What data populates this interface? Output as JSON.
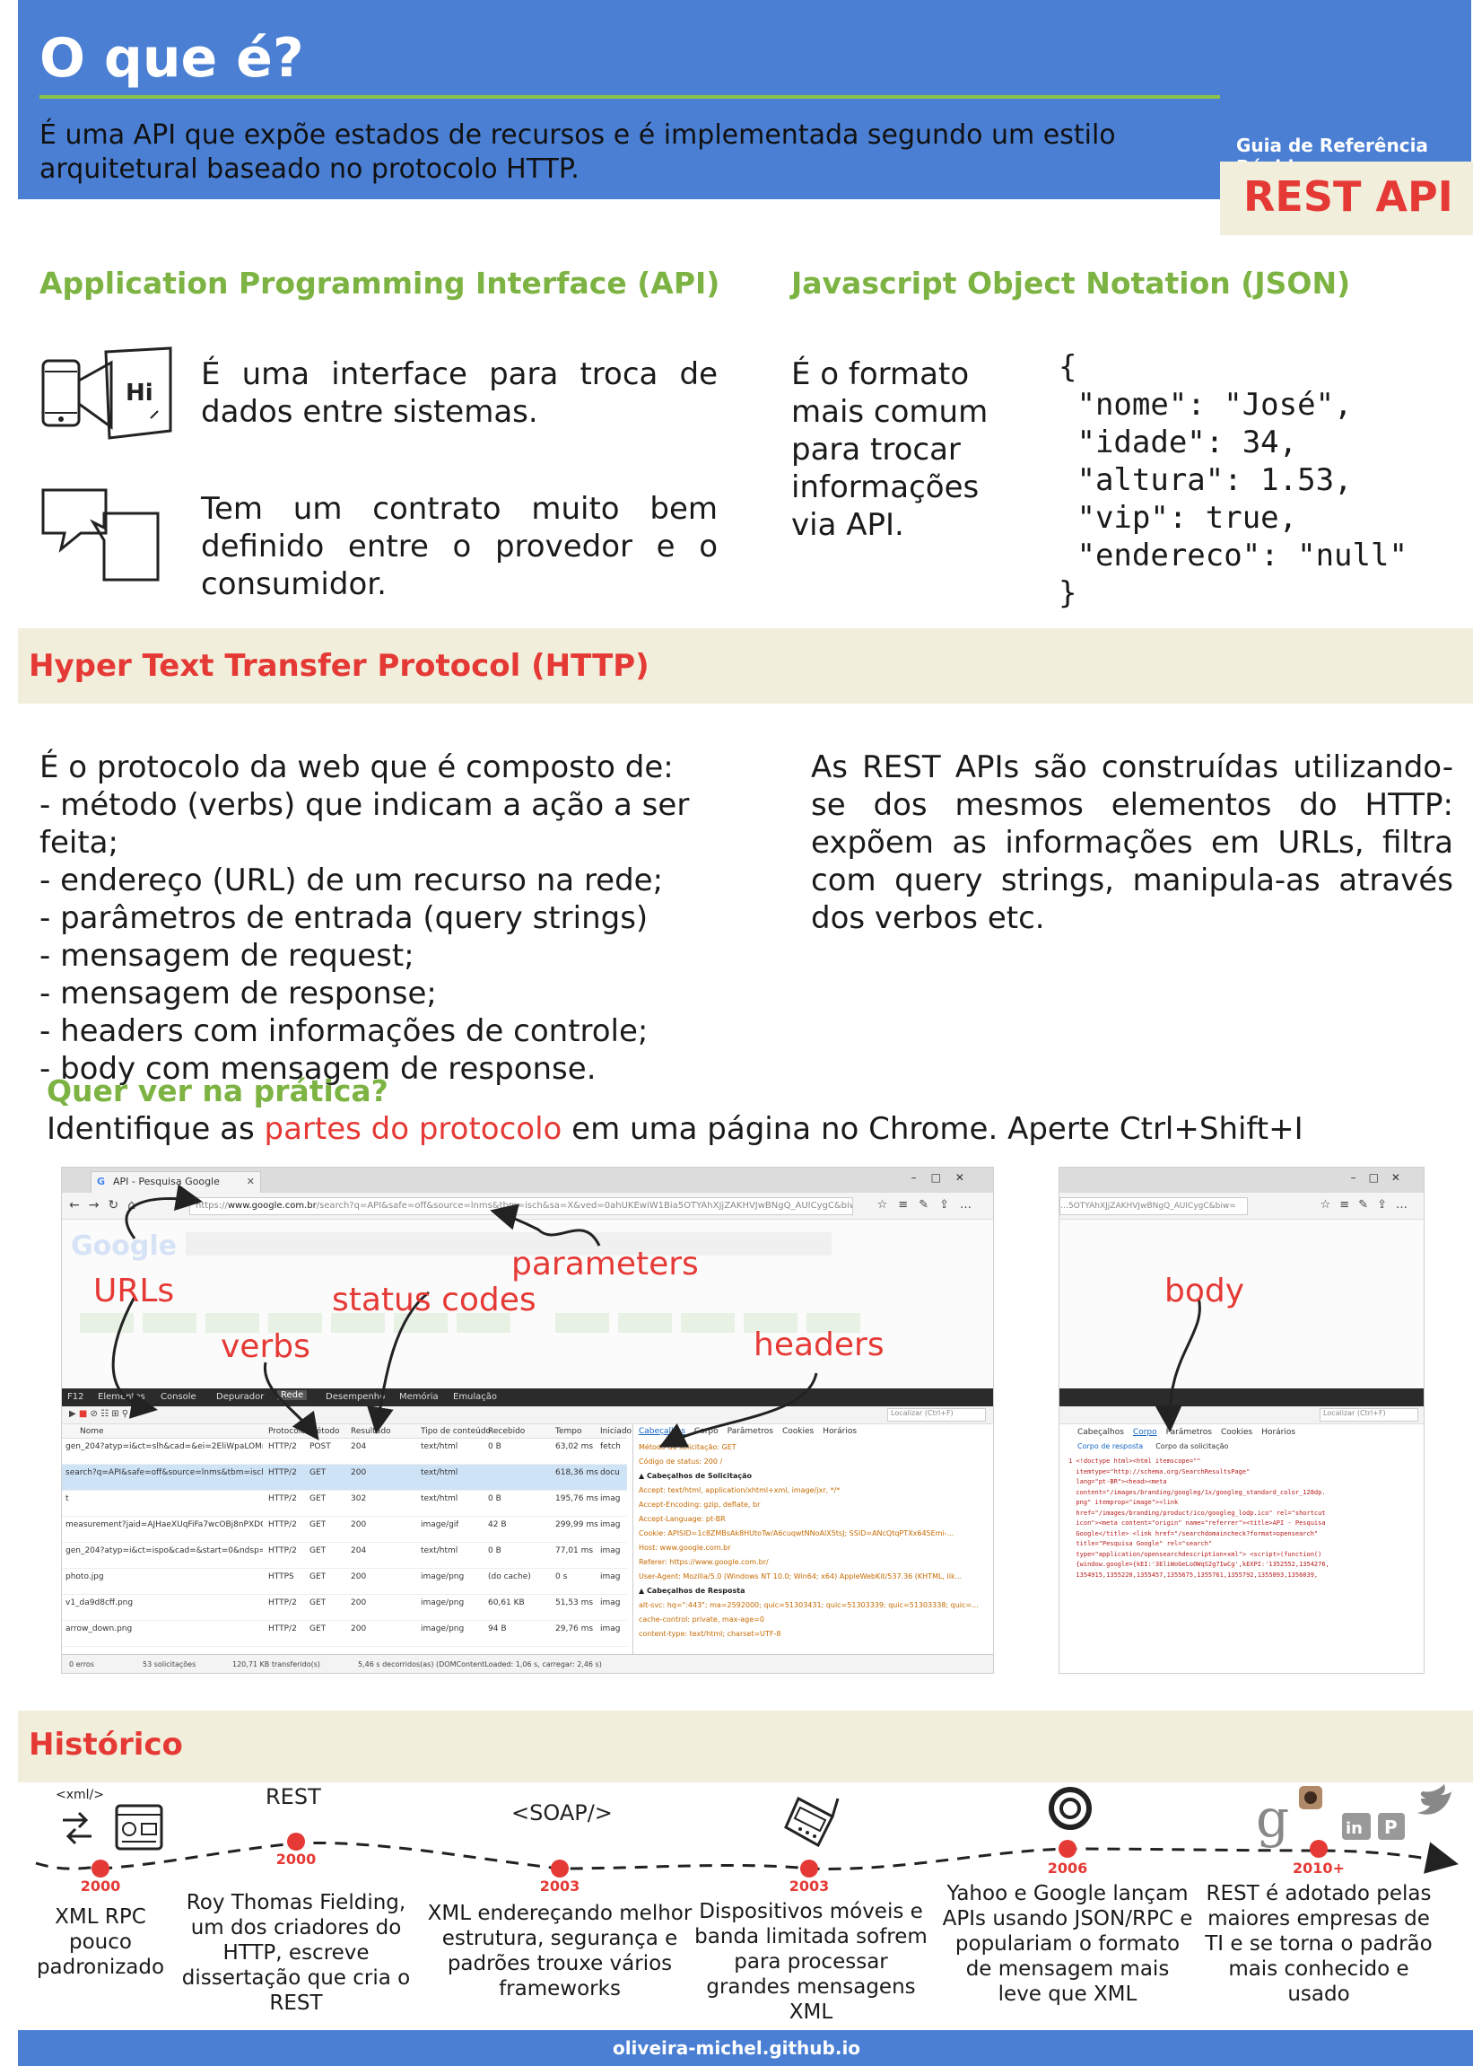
{
  "header": {
    "title": "O que é?",
    "description": "É uma API que expõe estados de recursos e é implementada segundo um estilo arquitetural baseado no protocolo HTTP.",
    "guide_label": "Guia de Referência Rápida",
    "guide_title": "REST API"
  },
  "api": {
    "title": "Application Programming Interface (API)",
    "point1": "É uma interface para troca de dados entre sistemas.",
    "point2": "Tem um contrato muito bem definido entre o provedor e o consumidor.",
    "icon_text": "Hi"
  },
  "json": {
    "title": "Javascript Object Notation (JSON)",
    "text": "É o formato mais comum para trocar informações via API.",
    "code": "{\n \"nome\": \"José\",\n \"idade\": 34,\n \"altura\": 1.53,\n \"vip\": true,\n \"endereco\": \"null\"\n}"
  },
  "http": {
    "title": "Hyper Text Transfer Protocol (HTTP)",
    "intro": "É o protocolo da web que é composto de:",
    "items": [
      "- método (verbs) que indicam a ação a ser feita;",
      "- endereço (URL) de um recurso na rede;",
      "- parâmetros de entrada (query strings)",
      "- mensagem de request;",
      "- mensagem de response;",
      "- headers com informações de controle;",
      "- body com mensagem de response."
    ],
    "rest_text": "As REST APIs são construídas utilizando-se dos mesmos elementos do HTTP: expõem as informações em URLs, filtra com query strings, manipula-as através dos verbos etc."
  },
  "practice": {
    "title": "Quer ver na prática?",
    "text_before": "Identifique as ",
    "text_highlight": "partes do protocolo",
    "text_after": " em uma página no Chrome. Aperte Ctrl+Shift+I"
  },
  "screenshot": {
    "tab_title": "API - Pesquisa Google",
    "url_domain": "www.google.com.br",
    "url_path": "/search?q=API&safe=off&source=lnms&tbm=isch&sa=X&ved=0ahUKEwiW1Bia5OTYAhXJjZAKHVJwBNgQ_AUICygC&biw=",
    "devtools_tabs": [
      "F12",
      "Elementos",
      "Console",
      "Depurador",
      "Rede",
      "Desempenho",
      "Memória",
      "Emulação"
    ],
    "search_placeholder": "Localizar (Ctrl+F)",
    "columns": [
      "Nome",
      "Protocolo",
      "Método",
      "Resultado",
      "Tipo de conteúdo",
      "Recebido",
      "Tempo",
      "Iniciado"
    ],
    "rows": [
      [
        "gen_204?atyp=i&ct=slh&cad=&ei=2EliWpaLOMm...",
        "HTTP/2",
        "POST",
        "204",
        "text/html",
        "0 B",
        "63,02 ms",
        "fetch"
      ],
      [
        "search?q=API&safe=off&source=lnms&tbm=isch&...",
        "HTTP/2",
        "GET",
        "200",
        "text/html",
        "",
        "618,36 ms",
        "docu"
      ],
      [
        "t",
        "HTTP/2",
        "GET",
        "302",
        "text/html",
        "0 B",
        "195,76 ms",
        "imag"
      ],
      [
        "measurement?jaid=AJHaeXUqFiFa7wcOBj8nPXDCjG...",
        "HTTP/2",
        "GET",
        "200",
        "image/gif",
        "42 B",
        "299,99 ms",
        "imag"
      ],
      [
        "gen_204?atyp=i&ct=ispo&cad=&start=0&ndsp=5...",
        "HTTP/2",
        "GET",
        "204",
        "text/html",
        "0 B",
        "77,01 ms",
        "imag"
      ],
      [
        "photo.jpg",
        "HTTPS",
        "GET",
        "200",
        "image/png",
        "(do cache)",
        "0 s",
        "imag"
      ],
      [
        "v1_da9d8cff.png",
        "HTTP/2",
        "GET",
        "200",
        "image/png",
        "60,61 KB",
        "51,53 ms",
        "imag"
      ],
      [
        "arrow_down.png",
        "HTTP/2",
        "GET",
        "200",
        "image/png",
        "94 B",
        "29,76 ms",
        "imag"
      ]
    ],
    "detail_tabs": [
      "Cabeçalhos",
      "Corpo",
      "Parâmetros",
      "Cookies",
      "Horários"
    ],
    "detail_lines": [
      "Método da solicitação: GET",
      "Código de status: 200 /",
      "Cabeçalhos de Solicitação",
      "Accept: text/html, application/xhtml+xml, image/jxr, */*",
      "Accept-Encoding: gzip, deflate, br",
      "Accept-Language: pt-BR",
      "Cookie: APISID=1c8ZMBsAk8HUtoTw/A6cuqwtNNoAlX5tsJ; SSID=ANcQtqPTXx645Emi-...",
      "Host: www.google.com.br",
      "Referer: https://www.google.com.br/",
      "User-Agent: Mozilla/5.0 (Windows NT 10.0; Win64; x64) AppleWebKit/537.36 (KHTML, lik...",
      "Cabeçalhos de Resposta",
      "alt-svc: hq=\":443\"; ma=2592000; quic=51303431; quic=51303339; quic=51303338; quic=...",
      "cache-control: private, max-age=0",
      "content-type: text/html; charset=UTF-8"
    ],
    "status_bar": [
      "0 erros",
      "53 solicitações",
      "120,71 KB transferido(s)",
      "5,46 s decorridos(as) (DOMContentLoaded: 1,06 s, carregar: 2,46 s)"
    ],
    "body_tabs": [
      "Cabeçalhos",
      "Corpo",
      "Parâmetros",
      "Cookies",
      "Horários"
    ],
    "body_subtabs": [
      "Corpo de resposta",
      "Corpo da solicitação"
    ],
    "body_code": [
      "<!doctype html><html itemscope=\"\"",
      "itemtype=\"http://schema.org/SearchResultsPage\"",
      "lang=\"pt-BR\"><head><meta",
      "content=\"/images/branding/googleg/1x/googleg_standard_color_128dp.",
      "png\" itemprop=\"image\"><link",
      "href=\"/images/branding/product/ico/googleg_lodp.ico\" rel=\"shortcut",
      "icon\"><meta content=\"origin\" name=\"referrer\"><title>API - Pesquisa",
      "Google</title> <link href=\"/searchdomaincheck?format=opensearch\"",
      "title=\"Pesquisa Google\" rel=\"search\"",
      "type=\"application/opensearchdescription+xml\"> <script>(function()",
      "{window.google={kEI:'3EliWoGeLoOWqS2g7IwCg',kEXPI:'1352552,1354276,",
      "1354915,1355220,1355457,1355675,1355761,1355792,1355893,1356039,"
    ],
    "labels": {
      "urls": "URLs",
      "parameters": "parameters",
      "status_codes": "status codes",
      "verbs": "verbs",
      "headers": "headers",
      "body": "body"
    }
  },
  "historico": {
    "title": "Histórico",
    "events": [
      {
        "year": "2000",
        "icon": "xml",
        "icon_text": "<xml/>",
        "text": "XML RPC pouco padronizado"
      },
      {
        "year": "2000",
        "icon": "rest-text",
        "icon_text": "REST",
        "text": "Roy Thomas Fielding, um dos criadores do HTTP, escreve dissertação que cria o REST"
      },
      {
        "year": "2003",
        "icon": "soap-text",
        "icon_text": "<SOAP/>",
        "text": "XML endereçando melhor estrutura, segurança e padrões trouxe vários frameworks"
      },
      {
        "year": "2003",
        "icon": "mobile-phone-icon",
        "icon_text": "",
        "text": "Dispositivos móveis e banda limitada sofrem para processar grandes mensagens XML"
      },
      {
        "year": "2006",
        "icon": "json-logo-icon",
        "icon_text": "",
        "text": "Yahoo e Google lançam APIs usando JSON/RPC e populariam o formato de mensagem mais leve que XML"
      },
      {
        "year": "2010+",
        "icon": "social-icons",
        "icon_text": "",
        "text": "REST é adotado pelas maiores empresas de TI e se torna o padrão mais conhecido e usado"
      }
    ]
  },
  "footer": {
    "text": "oliveira-michel.github.io"
  },
  "colors": {
    "blue": "#4a7fd4",
    "green": "#7cb342",
    "red": "#e53935",
    "cream": "#f1eedb"
  }
}
